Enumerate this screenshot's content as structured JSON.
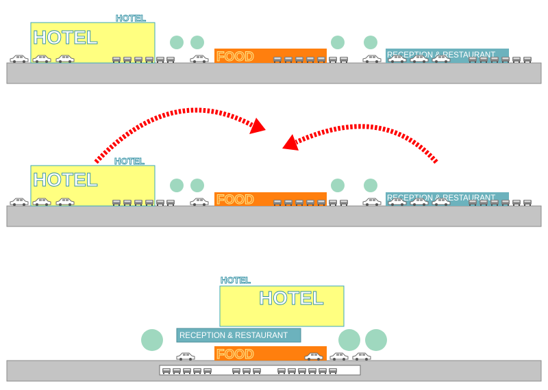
{
  "labels": {
    "hotel_large": "HOTEL",
    "hotel_small": "HOTEL",
    "food": "FOOD",
    "reception": "RECEPTION & RESTAURANT"
  },
  "colors": {
    "hotel": "#ffff80",
    "food": "#ff7f0e",
    "reception": "#6cb2bd",
    "tree": "#9fd8bf",
    "ground": "#c4c4c4",
    "arrow": "#ff0000",
    "car": "#7f7f7f"
  },
  "arrows": [
    {
      "name": "arc-arrow-left-to-center",
      "direction": "right"
    },
    {
      "name": "arc-arrow-right-to-center",
      "direction": "left"
    }
  ]
}
